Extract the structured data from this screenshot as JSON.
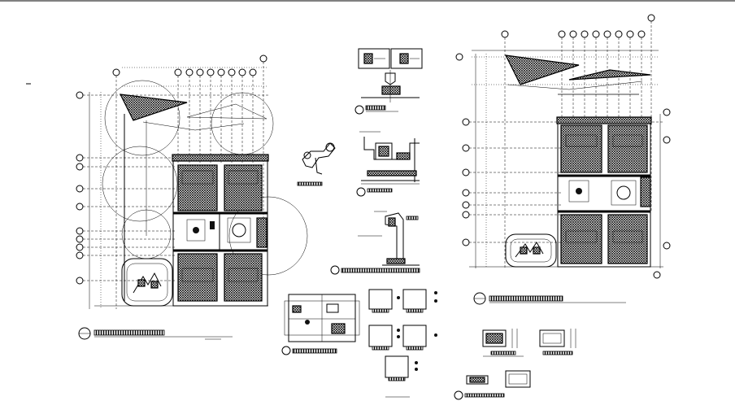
{
  "sheet": {
    "background": "#ffffff",
    "ink": "#000000",
    "drawings": [
      "site-plan-left",
      "site-plan-right",
      "detail-fixture",
      "detail-section-a",
      "detail-section-b",
      "detail-wall-section",
      "detail-enlarged-plan",
      "detail-modules",
      "detail-small-plans"
    ]
  }
}
